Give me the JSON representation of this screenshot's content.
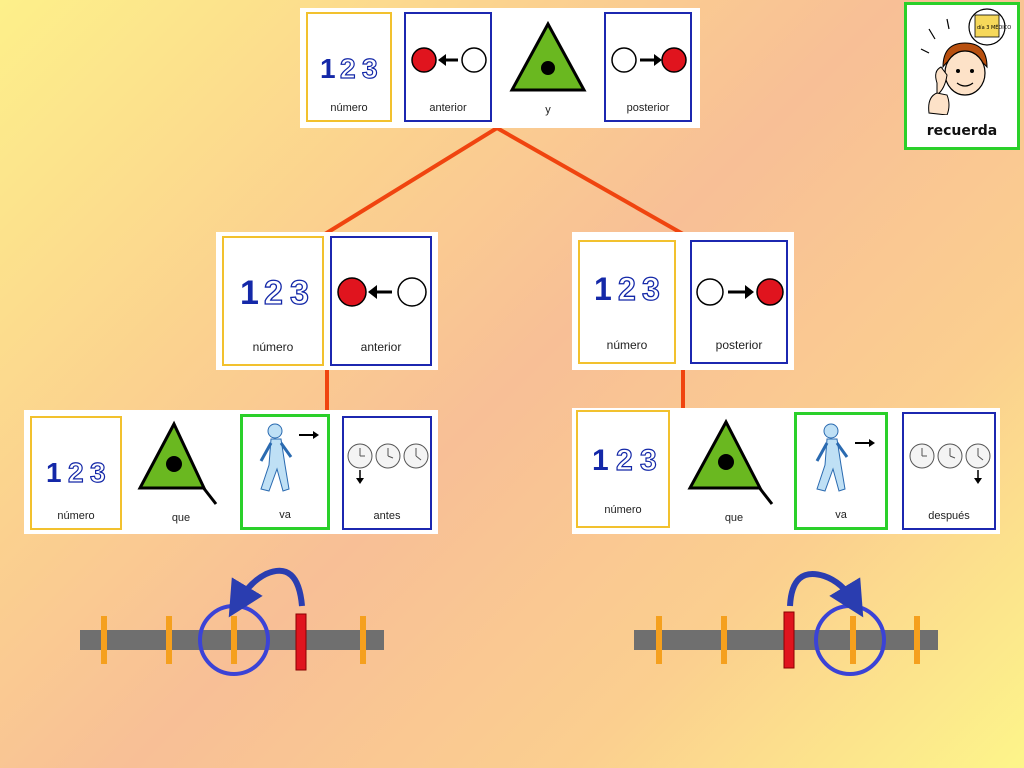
{
  "labels": {
    "numero": "número",
    "anterior": "anterior",
    "y": "y",
    "posterior": "posterior",
    "que": "que",
    "va": "va",
    "antes": "antes",
    "despues": "después",
    "recuerda": "recuerda"
  },
  "glyphs": {
    "one": "1",
    "two": "2",
    "three": "3"
  },
  "note_text": "día 3 MÉDICO",
  "colors": {
    "connector": "#f0440f",
    "card_yellow": "#f2c12e",
    "card_blue": "#1c27b0",
    "card_green": "#2ad02a",
    "triangle_green": "#6ab820",
    "dot_red": "#e0141e",
    "arrow_blue": "#2a3db0",
    "line_gray": "#6f6f6f",
    "tick_orange": "#f5a01e",
    "marker_red": "#e0141e",
    "circle_blue": "#3b43d6"
  },
  "icons": {
    "numbers": "numbers-123-icon",
    "anterior": "dot-arrow-left-icon",
    "posterior": "dot-arrow-right-icon",
    "triangle": "relative-triangle-icon",
    "walker": "walking-person-icon",
    "clocks_before": "clocks-before-icon",
    "clocks_after": "clocks-after-icon",
    "thinking": "thinking-person-icon"
  }
}
